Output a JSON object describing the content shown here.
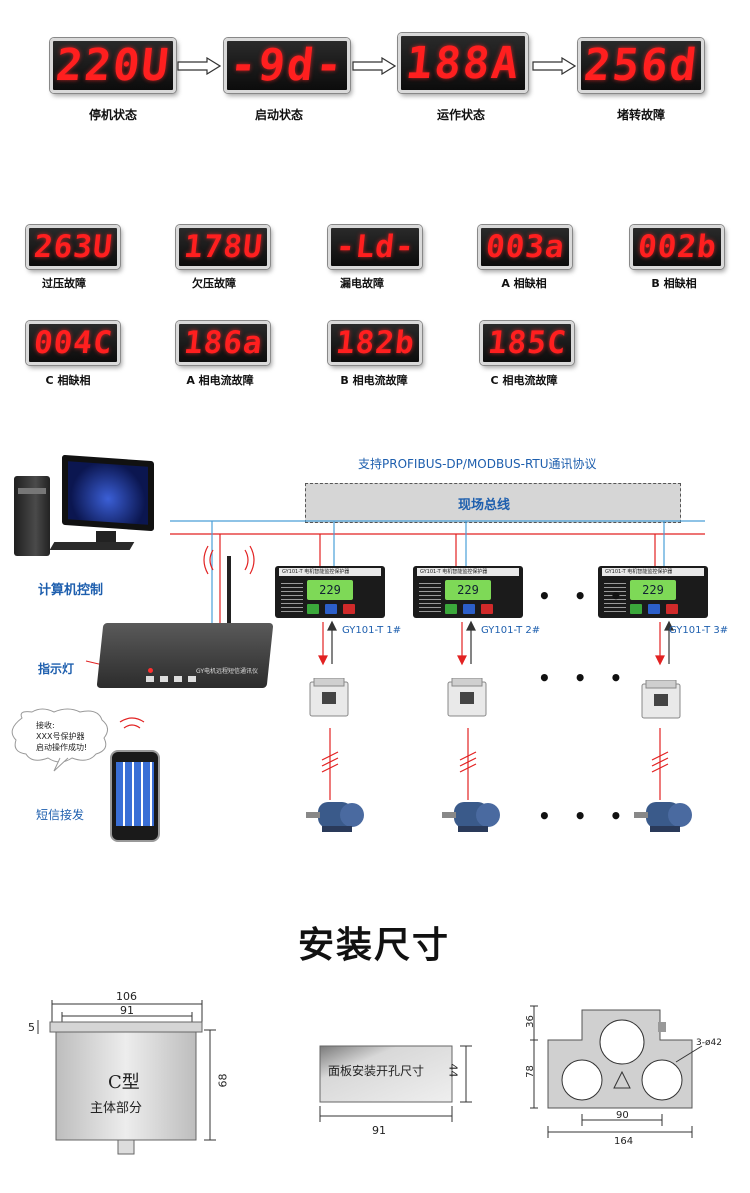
{
  "status_row": [
    {
      "display": "220U",
      "caption": "停机状态"
    },
    {
      "display": "-9d-",
      "caption": "启动状态"
    },
    {
      "display": "188A",
      "caption": "运作状态"
    },
    {
      "display": "256d",
      "caption": "堵转故障"
    }
  ],
  "fault_row1": [
    {
      "display": "263U",
      "caption": "过压故障"
    },
    {
      "display": "178U",
      "caption": "欠压故障"
    },
    {
      "display": "-Ld-",
      "caption": "漏电故障"
    },
    {
      "display": "003a",
      "caption": "A 相缺相"
    },
    {
      "display": "002b",
      "caption": "B 相缺相"
    }
  ],
  "fault_row2": [
    {
      "display": "004C",
      "caption": "C 相缺相"
    },
    {
      "display": "186a",
      "caption": "A 相电流故障"
    },
    {
      "display": "182b",
      "caption": "B 相电流故障"
    },
    {
      "display": "185C",
      "caption": "C 相电流故障"
    }
  ],
  "network": {
    "protocol_text": "支持PROFIBUS-DP/MODBUS-RTU通讯协议",
    "bus_label": "现场总线",
    "computer_label": "计算机控制",
    "indicator_label": "指示灯",
    "sms_label": "短信接发",
    "gateway_label": "GY电机远程短信通讯仪",
    "bubble_lines": [
      "接收:",
      "XXX号保护器",
      "启动操作成功!"
    ],
    "device_title": "GY101-T 电机智能监控保护器",
    "device_lcd": "229",
    "devices": [
      "GY101-T 1#",
      "GY101-T 2#",
      "GY101-T 3#"
    ],
    "ellipsis": "• • •"
  },
  "install": {
    "heading": "安装尺寸",
    "body": {
      "width_total": "106",
      "width_inner": "91",
      "height": "68",
      "flange": "5",
      "type_label": "C型",
      "body_label": "主体部分"
    },
    "cutout": {
      "label": "面板安装开孔尺寸",
      "height": "44",
      "width": "91"
    },
    "ct": {
      "top": "36",
      "mid": "78",
      "holes": "3-ø42",
      "inner_width": "90",
      "outer_width": "164"
    }
  },
  "colors": {
    "led_red": "#ff1f1f",
    "bus_blue": "#4a9fd8",
    "bus_red": "#e22222",
    "label_blue": "#1e5fae"
  }
}
